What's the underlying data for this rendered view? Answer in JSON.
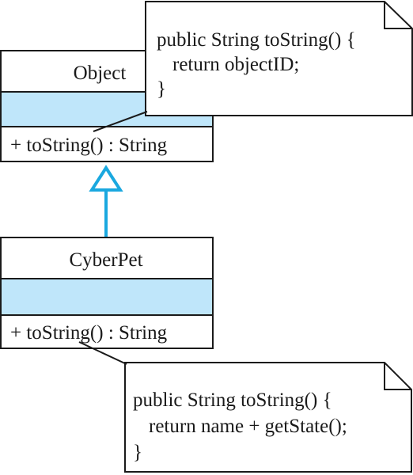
{
  "colors": {
    "attributes_fill": "#bfe6fa",
    "inheritance_arrow": "#1aa8df",
    "outline": "#1a1a1a"
  },
  "classes": {
    "object": {
      "name": "Object",
      "method": "+ toString() : String"
    },
    "cyberpet": {
      "name": "CyberPet",
      "method": "+ toString() : String"
    }
  },
  "notes": {
    "object_note": {
      "lines": [
        "public String toString()  {",
        "return objectID;",
        "}"
      ]
    },
    "cyberpet_note": {
      "lines": [
        "public String toString()  {",
        "return name  +  getState();",
        "}"
      ]
    }
  }
}
